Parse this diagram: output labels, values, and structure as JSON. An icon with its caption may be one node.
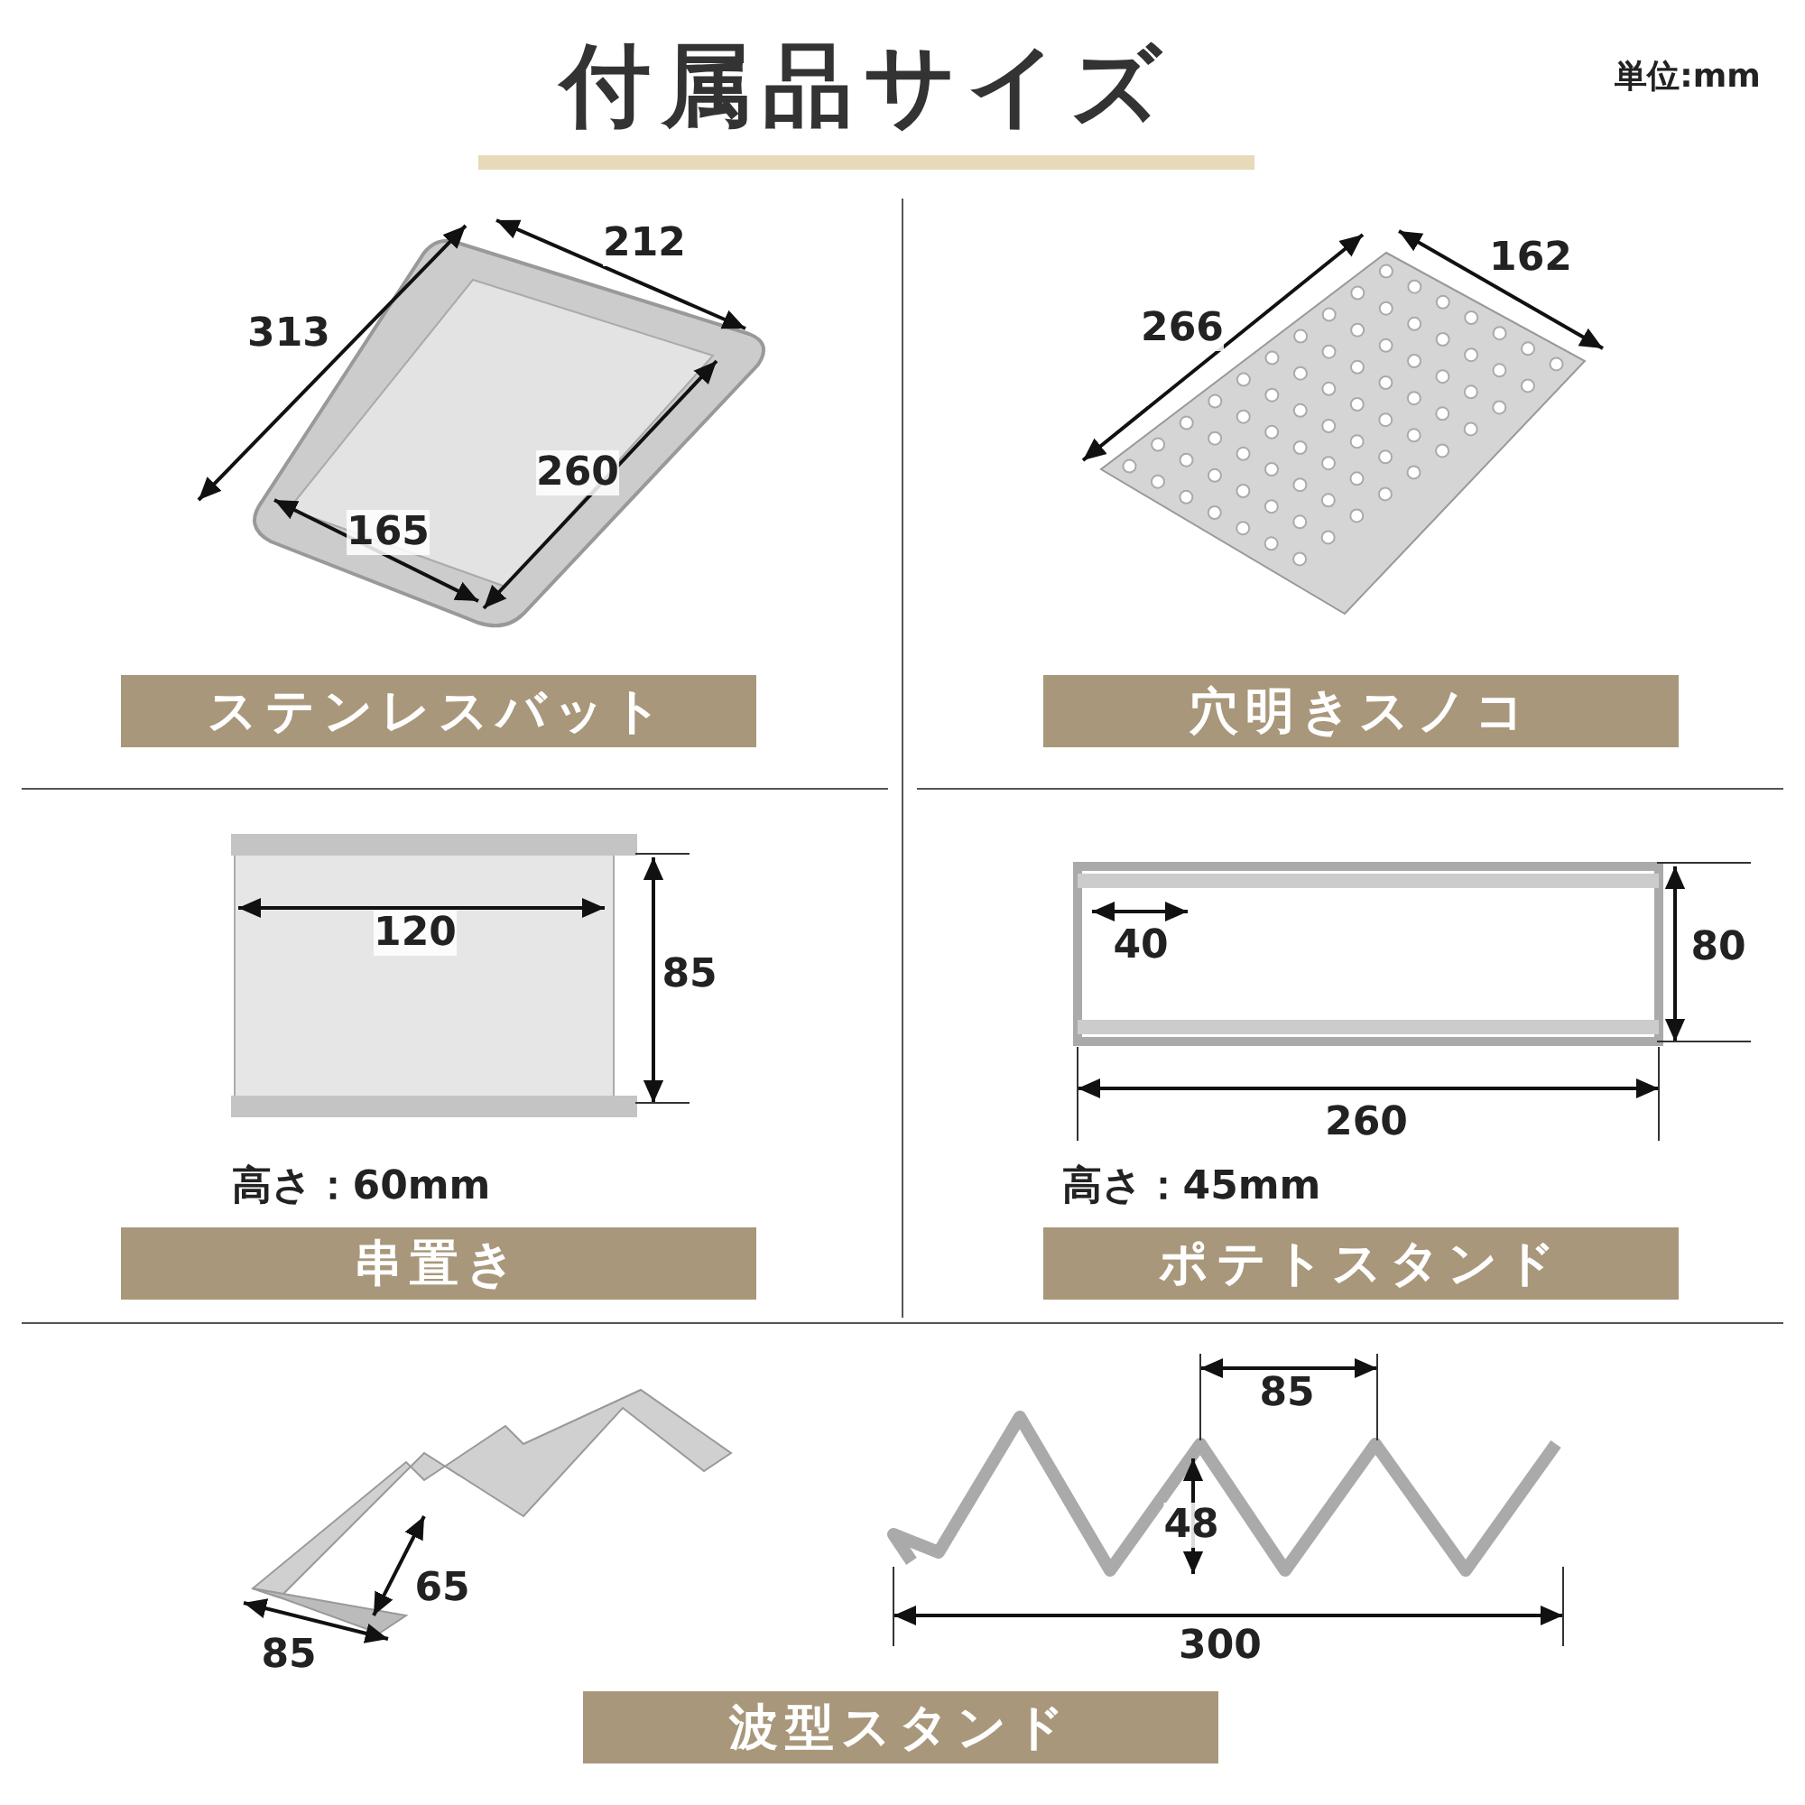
{
  "diagram": {
    "title": "付属品サイズ",
    "nodes": [
      {
        "text": [
          "ステンレスバット"
        ]
      },
      {
        "text": [
          "穴明きスノコ"
        ]
      },
      {
        "text": [
          "串置き"
        ]
      },
      {
        "text": [
          "ポテトスタンド"
        ]
      },
      {
        "text": [
          "波型スタンド"
        ]
      }
    ],
    "labels": [
      "単位:mm",
      "212",
      "313",
      "260",
      "165",
      "162",
      "266",
      "120",
      "85",
      "高さ：60mm",
      "40",
      "80",
      "260",
      "高さ：45mm",
      "85",
      "48",
      "65",
      "85",
      "300"
    ]
  }
}
